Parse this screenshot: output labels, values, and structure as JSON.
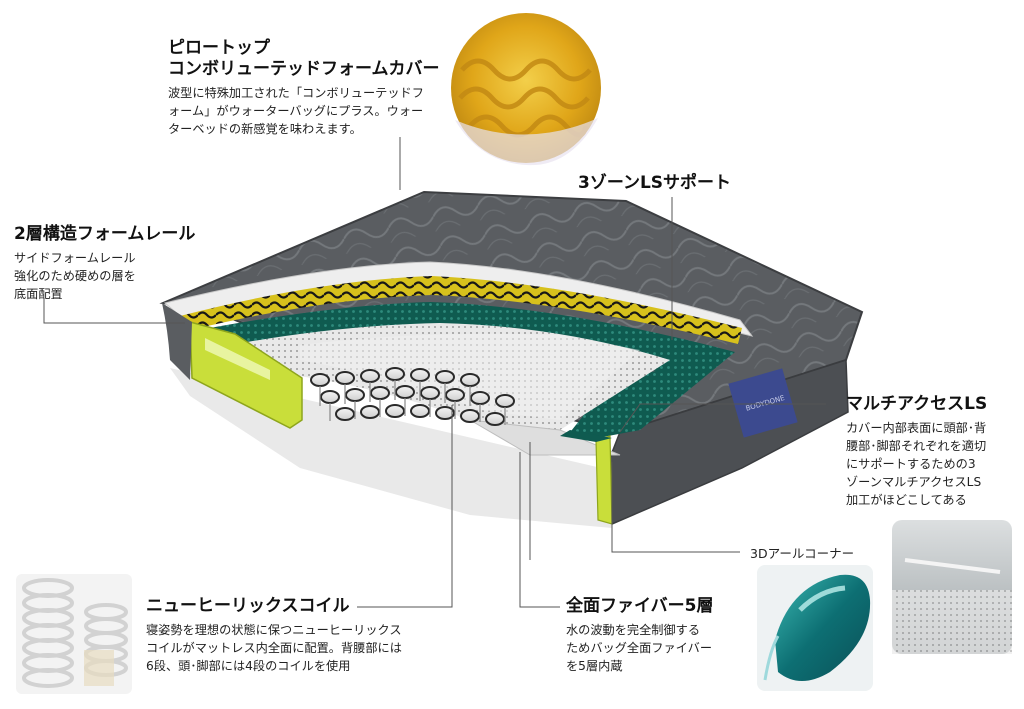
{
  "callouts": {
    "pillow_top": {
      "title_lines": [
        "ピロートップ",
        "コンボリューテッドフォームカバー"
      ],
      "desc_lines": [
        "波型に特殊加工された「コンボリューテッドフ",
        "ォーム」がウォーターバッグにプラス。ウォー",
        "ターベッドの新感覚を味わえます。"
      ]
    },
    "two_layer_rail": {
      "title": "2層構造フォームレール",
      "desc_lines": [
        "サイドフォームレール",
        "強化のため硬めの層を",
        "底面配置"
      ]
    },
    "three_zone": {
      "title": "3ゾーンLSサポート"
    },
    "multi_access": {
      "title": "マルチアクセスLS",
      "desc_lines": [
        "カバー内部表面に頭部･背",
        "腰部･脚部それぞれを適切",
        "にサポートするための3",
        "ゾーンマルチアクセスLS",
        "加工がほどこしてある"
      ]
    },
    "corner": {
      "label": "3Dアールコーナー"
    },
    "coil": {
      "title": "ニューヒーリックスコイル",
      "desc_lines": [
        "寝姿勢を理想の状態に保つニューヒーリックス",
        "コイルがマットレス内全面に配置。背腰部には",
        "6段、頭･脚部には4段のコイルを使用"
      ]
    },
    "fiber": {
      "title": "全面ファイバー5層",
      "desc_lines": [
        "水の波動を完全制御する",
        "ためバッグ全面ファイバー",
        "を5層内蔵"
      ]
    }
  },
  "colors": {
    "cover": "#55585c",
    "foam_yellow": "#d8c21e",
    "rail_lime": "#c9de3a",
    "teal_layer": "#0f5b50",
    "fiber_white": "#eeeeee"
  }
}
